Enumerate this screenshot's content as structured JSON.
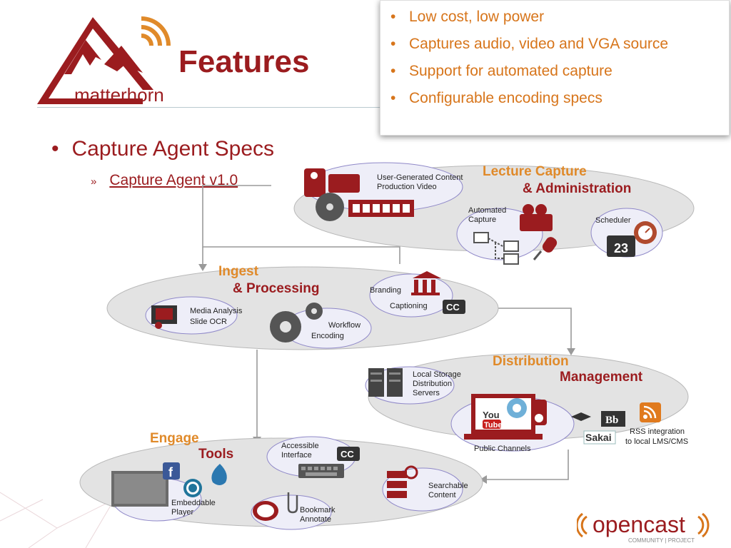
{
  "slide": {
    "title": "Features",
    "logo_text": "matterhorn",
    "feature_bullets": [
      "Low cost, low power",
      "Captures audio, video and VGA source",
      "Support for automated capture",
      "Configurable encoding specs"
    ],
    "main_bullet": "Capture Agent Specs",
    "sub_bullet_marker": "»",
    "sub_bullet_link": "Capture Agent v1.0",
    "footer_logo_text": "opencast",
    "footer_logo_subtext": "COMMUNITY | PROJECT"
  },
  "diagram": {
    "lecture": {
      "title1": "Lecture Capture",
      "title2": "& Administration",
      "items": [
        "User-Generated Content",
        "Production Video",
        "Automated",
        "Capture",
        "Scheduler",
        "23"
      ]
    },
    "ingest": {
      "title1": "Ingest",
      "title2": "& Processing",
      "items": [
        "Media Analysis",
        "Slide OCR",
        "Branding",
        "Captioning",
        "CC",
        "Workflow",
        "Encoding"
      ]
    },
    "distribution": {
      "title1": "Distribution",
      "title2": "Management",
      "items": [
        "Local Storage",
        "Distribution",
        "Servers",
        "Public Channels",
        "RSS integration",
        "to local LMS/CMS",
        "You",
        "Tube",
        "Bb",
        "Sakai"
      ]
    },
    "engage": {
      "title1": "Engage",
      "title2": "Tools",
      "items": [
        "Accessible",
        "Interface",
        "CC",
        "Searchable",
        "Content",
        "Embeddable",
        "Player",
        "Bookmark",
        "Annotate"
      ]
    }
  },
  "colors": {
    "brand_red": "#9b1c1f",
    "accent_orange": "#d7751b",
    "header_orange": "#e08a2a",
    "header_red": "#9b1c1f",
    "ellipse_gray": "#e4e4e4",
    "bubble_lavender": "#eeeef8"
  }
}
